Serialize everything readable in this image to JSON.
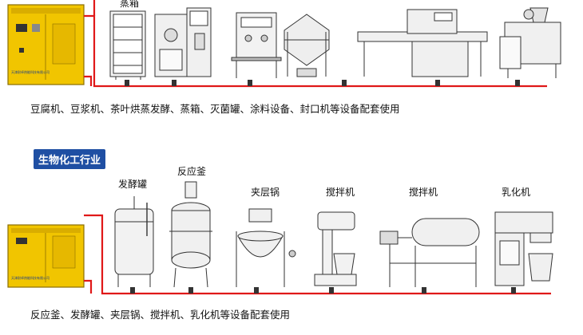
{
  "top": {
    "labels": [
      "蒸箱"
    ],
    "caption": "豆腐机、豆浆机、茶叶烘蒸发酵、蒸箱、灭菌罐、涂料设备、封口机等设备配套使用"
  },
  "bottom": {
    "badge": "生物化工行业",
    "labels": [
      "发酵罐",
      "反应釜",
      "夹层锅",
      "搅拌机",
      "搅拌机",
      "乳化机"
    ],
    "caption": "反应釜、发酵罐、夹层锅、搅拌机、乳化机等设备配套使用"
  },
  "colors": {
    "pipe": "#e01818",
    "boiler": "#f1c500",
    "badge": "#1f4fa3"
  }
}
